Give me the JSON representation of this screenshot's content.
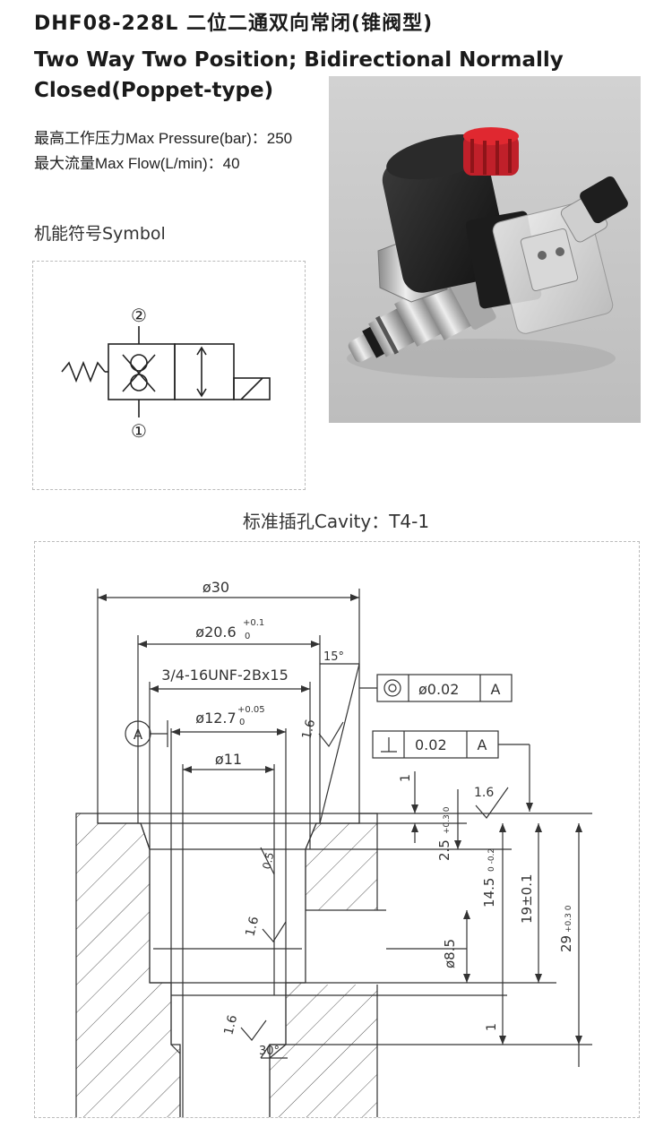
{
  "header": {
    "title_line1": "DHF08-228L   二位二通双向常闭(锥阀型)",
    "title_line2": "Two Way Two Position; Bidirectional Normally Closed(Poppet-type)"
  },
  "specs": {
    "max_pressure": "最高工作压力Max Pressure(bar)：250",
    "max_flow": "最大流量Max Flow(L/min)：40"
  },
  "symbol": {
    "title": "机能符号Symbol",
    "port_top": "②",
    "port_bottom": "①"
  },
  "cavity": {
    "title": "标准插孔Cavity：T4-1",
    "dims": {
      "d30": "ø30",
      "d20_6": "ø20.6",
      "d20_6_tol_upper": "+0.1",
      "d20_6_tol_lower": "0",
      "thread": "3/4-16UNF-2Bx15",
      "angle15": "15°",
      "concentricity_value": "ø0.02",
      "concentricity_datum": "A",
      "perp_value": "0.02",
      "perp_datum": "A",
      "datum_a": "A",
      "d12_7": "ø12.7",
      "d12_7_tol_upper": "+0.05",
      "d12_7_tol_lower": "0",
      "d11": "ø11",
      "rough1": "1.6",
      "rough2": "1.6",
      "rough3": "1.6",
      "rough4": "1.6",
      "d8_5": "ø8.5",
      "r05": "0.5",
      "angle30": "30°",
      "v1a": "1",
      "v2_5": "2.5",
      "v2_5_tol": "+0.3 0",
      "v14_5": "14.5",
      "v14_5_tol": "0 -0.2",
      "v19": "19±0.1",
      "v29": "29",
      "v29_tol": "+0.3 0",
      "v1b": "1"
    }
  }
}
